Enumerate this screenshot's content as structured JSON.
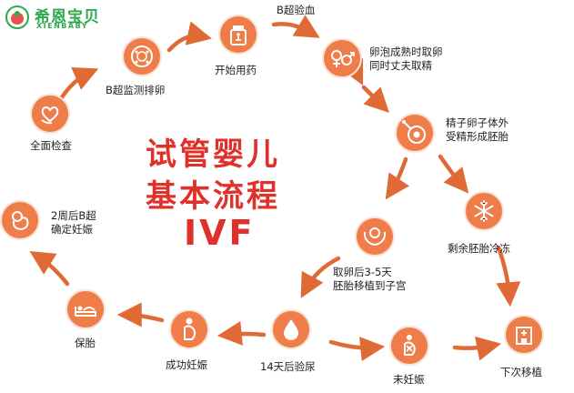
{
  "brand": {
    "name_cn": "希恩宝贝",
    "name_en": "XIENBABY",
    "accent": "#2fa84f"
  },
  "title": {
    "line1": "试管婴儿",
    "line2": "基本流程",
    "line3": "IVF",
    "color": "#e0302a"
  },
  "colors": {
    "node": "#ee7d4a",
    "arrow": "#e06a36"
  },
  "steps": {
    "full_exam": {
      "label": "全面检查",
      "icon": "heart-hand-icon"
    },
    "b_ultrasound_ovulation": {
      "label": "B超监测排卵",
      "icon": "egg-cell-icon"
    },
    "start_medication": {
      "label": "开始用药",
      "icon": "medicine-bottle-icon"
    },
    "b_ultrasound_blood": {
      "label": "B超验血",
      "icon": "blood-drop-icon"
    },
    "egg_retrieval": {
      "label": "卵泡成熟时取卵\n同时丈夫取精",
      "icon": "gender-icon"
    },
    "ivf_embryo": {
      "label": "精子卵子体外\n受精形成胚胎",
      "icon": "fertilization-icon"
    },
    "freeze_embryos": {
      "label": "剩余胚胎冷冻",
      "icon": "snowflake-icon"
    },
    "embryo_transfer": {
      "label": "取卵后3-5天\n胚胎移植到子宫",
      "icon": "hands-embryo-icon"
    },
    "next_transfer": {
      "label": "下次移植",
      "icon": "hospital-icon"
    },
    "not_pregnant": {
      "label": "未妊娠",
      "icon": "pregnant-cross-icon"
    },
    "urine_test": {
      "label": "14天后验尿",
      "icon": "drop-icon"
    },
    "pregnant": {
      "label": "成功妊娠",
      "icon": "pregnant-woman-icon"
    },
    "pregnancy_care": {
      "label": "保胎",
      "icon": "bed-icon"
    },
    "confirm": {
      "label": "2周后B超\n确定妊娠",
      "icon": "fetus-icon"
    }
  }
}
